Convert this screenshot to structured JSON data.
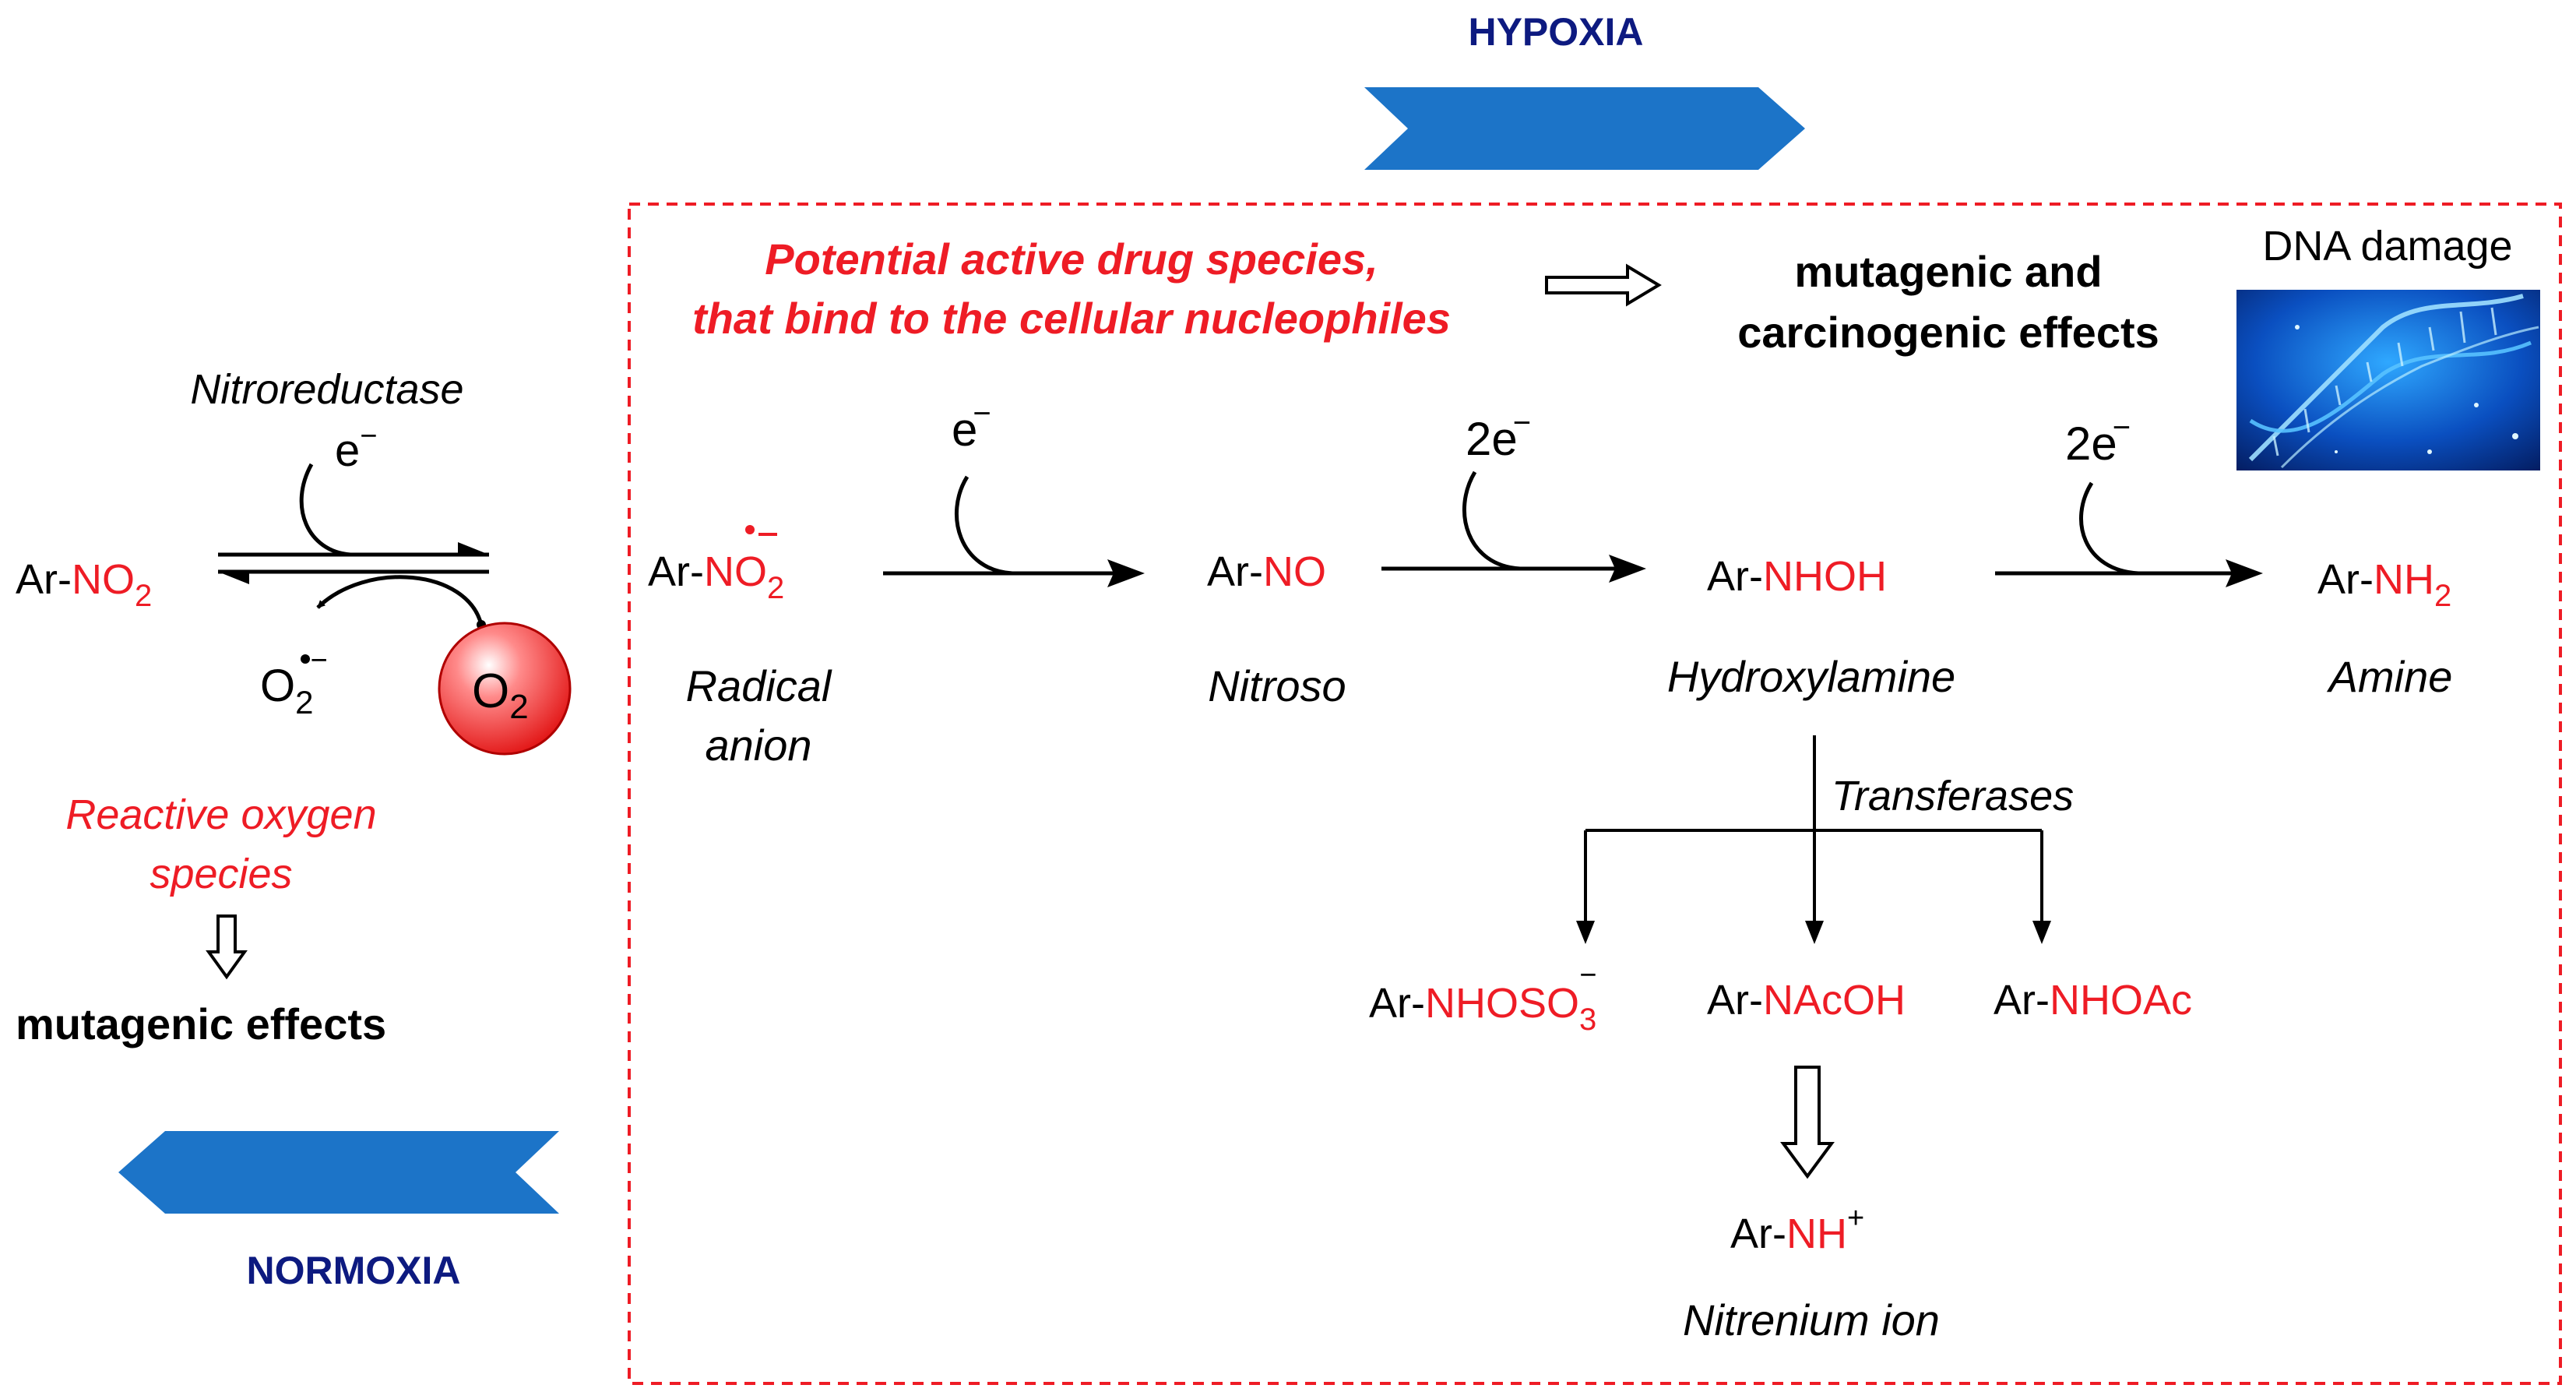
{
  "banners": {
    "hypoxia": "HYPOXIA",
    "normoxia": "NORMOXIA",
    "color": "#1C74C8",
    "label_color": "#0D1A80"
  },
  "colors": {
    "red": "#EE1C25",
    "black": "#000000"
  },
  "normoxia_panel": {
    "start": {
      "prefix": "Ar-",
      "group": "NO",
      "sub": "2"
    },
    "enzyme": "Nitroreductase",
    "electron": "e",
    "electron_charge": "−",
    "superoxide": {
      "base": "O",
      "sub": "2",
      "charge": "−"
    },
    "oxygen": {
      "base": "O",
      "sub": "2"
    },
    "ros_line1": "Reactive oxygen",
    "ros_line2": "species",
    "effect": "mutagenic effects"
  },
  "hypoxia_panel": {
    "active_species_line1": "Potential active drug species,",
    "active_species_line2": "that bind to the cellular nucleophiles",
    "effect_line1": "mutagenic and",
    "effect_line2": "carcinogenic effects",
    "dna_label": "DNA damage",
    "dna_image_icon": "dna-helix-image",
    "steps": [
      {
        "prefix": "Ar-",
        "group": "NO",
        "sub": "2",
        "name1": "Radical",
        "name2": "anion"
      },
      {
        "prefix": "Ar-",
        "group": "NO",
        "sub": "",
        "name1": "Nitroso",
        "name2": ""
      },
      {
        "prefix": "Ar-",
        "group": "NHOH",
        "sub": "",
        "name1": "Hydroxylamine",
        "name2": ""
      },
      {
        "prefix": "Ar-",
        "group": "NH",
        "sub": "2",
        "name1": "Amine",
        "name2": ""
      }
    ],
    "reductions": [
      "e",
      "2e",
      "2e"
    ],
    "reduction_charge": "−",
    "transferase": "Transferases",
    "conjugates": [
      {
        "prefix": "Ar-",
        "group": "NHOSO",
        "sub": "3",
        "charge": "−"
      },
      {
        "prefix": "Ar-",
        "group": "NAcOH",
        "sub": "",
        "charge": ""
      },
      {
        "prefix": "Ar-",
        "group": "NHOAc",
        "sub": "",
        "charge": ""
      }
    ],
    "nitrenium": {
      "prefix": "Ar-",
      "group": "NH",
      "charge": "+"
    },
    "nitrenium_name": "Nitrenium ion"
  }
}
